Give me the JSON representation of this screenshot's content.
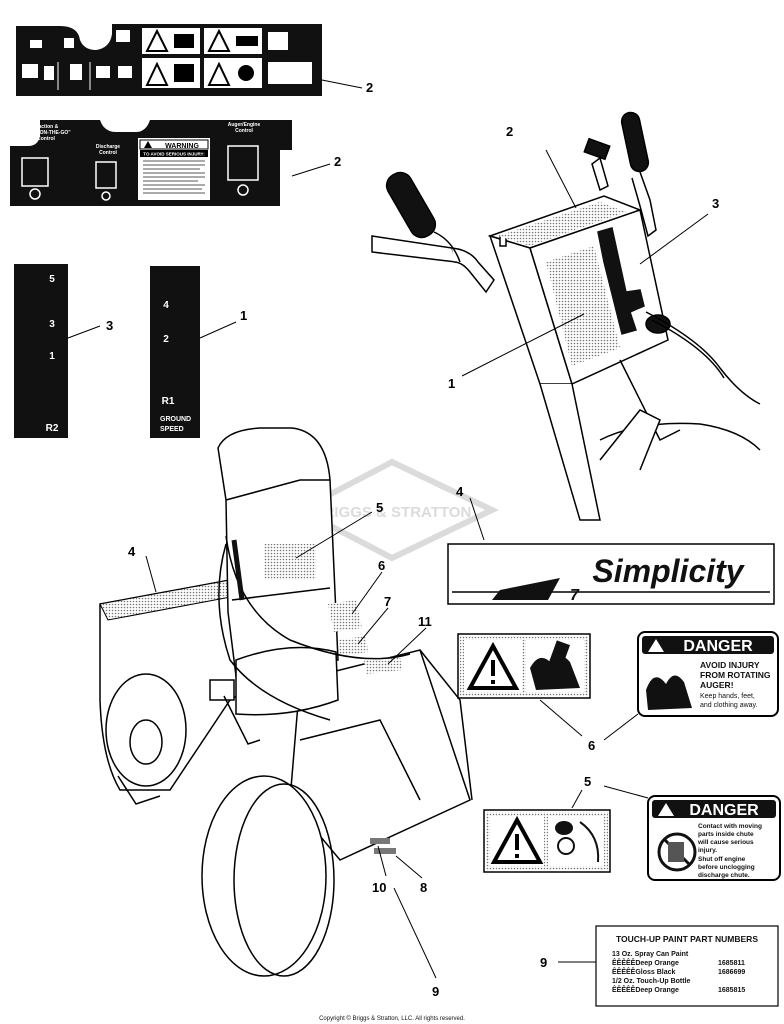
{
  "watermark": "BRIGGS & STRATTON",
  "copyright": "Copyright © Briggs & Stratton, LLC. All rights reserved.",
  "callouts": {
    "c1_decal": "1",
    "c1_machine": "1",
    "c2_top": "2",
    "c2_mid": "2",
    "c2_machine": "2",
    "c3_decal": "3",
    "c3_machine": "3",
    "c4_machine": "4",
    "c4_logo": "4",
    "c5_chute": "5",
    "c5_decals": "5",
    "c6_machine": "6",
    "c6_decals": "6",
    "c7": "7",
    "c8": "8",
    "c9_machine": "9",
    "c9_table": "9",
    "c10": "10",
    "c11": "11"
  },
  "control_decal": {
    "left_label_line1": "Traction &",
    "left_label_line2": "\"SHIFT-ON-THE-GO\"",
    "left_label_line3": "Control",
    "middle_label_line1": "Discharge",
    "middle_label_line2": "Control",
    "right_label_line1": "Auger/Engine",
    "right_label_line2": "Control",
    "warning_header": "WARNING",
    "warning_sub": "TO AVOID SERIOUS INJURY:"
  },
  "speed_decal_3": {
    "g1": "5",
    "g2": "3",
    "g3": "1",
    "g4": "R2"
  },
  "speed_decal_1": {
    "g1": "4",
    "g2": "2",
    "g3": "R1",
    "label1": "GROUND",
    "label2": "SPEED"
  },
  "logo": {
    "brand": "Simplicity",
    "model_text": "7"
  },
  "danger_auger": {
    "header": "DANGER",
    "line1": "AVOID INJURY",
    "line2": "FROM ROTATING",
    "line3": "AUGER!",
    "line4": "Keep hands, feet,",
    "line5": "and clothing away."
  },
  "danger_chute": {
    "header": "DANGER",
    "line1": "Contact with moving",
    "line2": "parts inside chute",
    "line3": "will cause serious",
    "line4": "injury.",
    "line5": "Shut off engine",
    "line6": "before unclogging",
    "line7": "discharge chute."
  },
  "paint_table": {
    "title": "TOUCH-UP PAINT PART NUMBERS",
    "section1": "13 Oz. Spray Can Paint",
    "rows1": [
      {
        "name": "ÊÊÊÊÊDeep Orange",
        "part": "1685811"
      },
      {
        "name": "ÊÊÊÊÊGloss Black",
        "part": "1686699"
      }
    ],
    "section2": "1/2 Oz. Touch-Up Bottle",
    "rows2": [
      {
        "name": "ÊÊÊÊÊDeep Orange",
        "part": "1685815"
      }
    ]
  },
  "colors": {
    "decal_black": "#111111",
    "decal_shade": "#bdbdbd",
    "line": "#000000",
    "watermark": "#d8d8d8"
  }
}
